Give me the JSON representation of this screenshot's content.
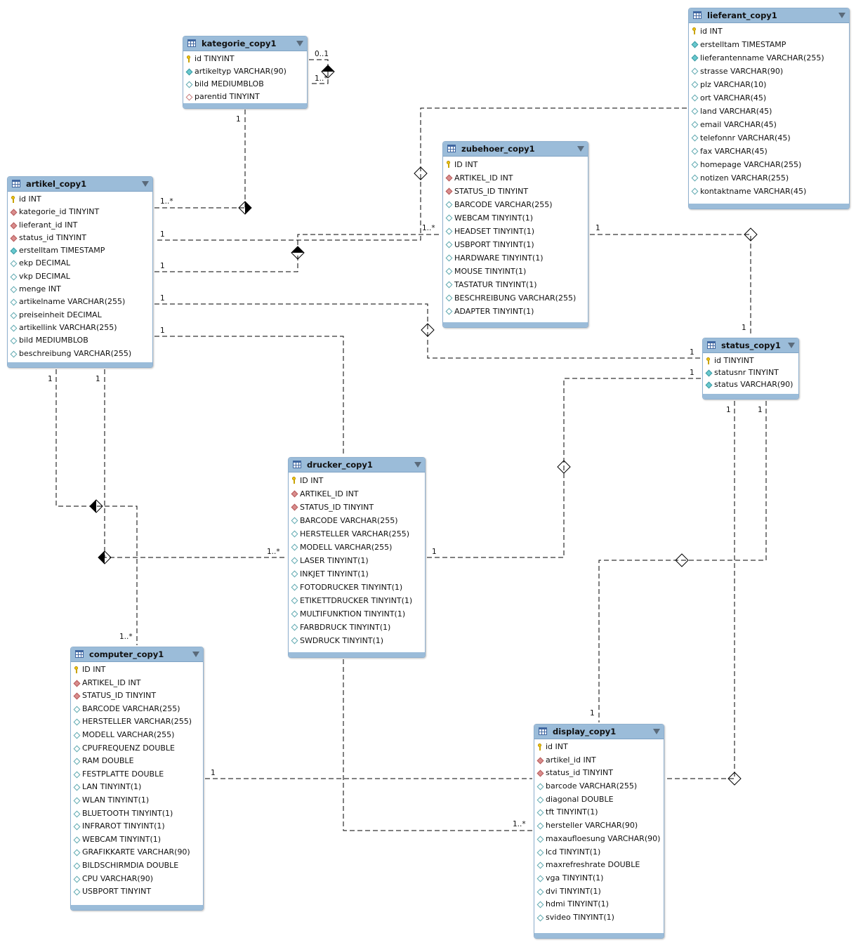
{
  "tables": {
    "kategorie": {
      "title": "kategorie_copy1",
      "columns": [
        {
          "text": "id TINYINT",
          "kind": "pk"
        },
        {
          "text": "artikeltyp VARCHAR(90)",
          "kind": "nn"
        },
        {
          "text": "bild MEDIUMBLOB",
          "kind": "col"
        },
        {
          "text": "parentid TINYINT",
          "kind": "fkopt"
        }
      ]
    },
    "lieferant": {
      "title": "lieferant_copy1",
      "columns": [
        {
          "text": "id INT",
          "kind": "pk"
        },
        {
          "text": "erstelltam TIMESTAMP",
          "kind": "nn"
        },
        {
          "text": "lieferantenname VARCHAR(255)",
          "kind": "nn"
        },
        {
          "text": "strasse VARCHAR(90)",
          "kind": "col"
        },
        {
          "text": "plz VARCHAR(10)",
          "kind": "col"
        },
        {
          "text": "ort VARCHAR(45)",
          "kind": "col"
        },
        {
          "text": "land VARCHAR(45)",
          "kind": "col"
        },
        {
          "text": "email VARCHAR(45)",
          "kind": "col"
        },
        {
          "text": "telefonnr VARCHAR(45)",
          "kind": "col"
        },
        {
          "text": "fax VARCHAR(45)",
          "kind": "col"
        },
        {
          "text": "homepage VARCHAR(255)",
          "kind": "col"
        },
        {
          "text": "notizen VARCHAR(255)",
          "kind": "col"
        },
        {
          "text": "kontaktname VARCHAR(45)",
          "kind": "col"
        }
      ]
    },
    "artikel": {
      "title": "artikel_copy1",
      "columns": [
        {
          "text": "id INT",
          "kind": "pk"
        },
        {
          "text": "kategorie_id TINYINT",
          "kind": "fk"
        },
        {
          "text": "lieferant_id INT",
          "kind": "fk"
        },
        {
          "text": "status_id TINYINT",
          "kind": "fk"
        },
        {
          "text": "erstelltam TIMESTAMP",
          "kind": "nn"
        },
        {
          "text": "ekp DECIMAL",
          "kind": "col"
        },
        {
          "text": "vkp DECIMAL",
          "kind": "col"
        },
        {
          "text": " menge INT",
          "kind": "col"
        },
        {
          "text": "artikelname VARCHAR(255)",
          "kind": "col"
        },
        {
          "text": "preiseinheit DECIMAL",
          "kind": "col"
        },
        {
          "text": "artikellink VARCHAR(255)",
          "kind": "col"
        },
        {
          "text": "bild MEDIUMBLOB",
          "kind": "col"
        },
        {
          "text": "beschreibung VARCHAR(255)",
          "kind": "col"
        }
      ]
    },
    "zubehoer": {
      "title": "zubehoer_copy1",
      "columns": [
        {
          "text": "ID INT",
          "kind": "pk"
        },
        {
          "text": "ARTIKEL_ID INT",
          "kind": "fk"
        },
        {
          "text": "STATUS_ID TINYINT",
          "kind": "fk"
        },
        {
          "text": "BARCODE VARCHAR(255)",
          "kind": "col"
        },
        {
          "text": "WEBCAM TINYINT(1)",
          "kind": "col"
        },
        {
          "text": "HEADSET TINYINT(1)",
          "kind": "col"
        },
        {
          "text": "USBPORT TINYINT(1)",
          "kind": "col"
        },
        {
          "text": "HARDWARE TINYINT(1)",
          "kind": "col"
        },
        {
          "text": "MOUSE TINYINT(1)",
          "kind": "col"
        },
        {
          "text": "TASTATUR TINYINT(1)",
          "kind": "col"
        },
        {
          "text": "BESCHREIBUNG VARCHAR(255)",
          "kind": "col"
        },
        {
          "text": "ADAPTER TINYINT(1)",
          "kind": "col"
        }
      ]
    },
    "status": {
      "title": "status_copy1",
      "columns": [
        {
          "text": "id TINYINT",
          "kind": "pk"
        },
        {
          "text": "statusnr TINYINT",
          "kind": "nn"
        },
        {
          "text": "status VARCHAR(90)",
          "kind": "nn"
        }
      ]
    },
    "drucker": {
      "title": "drucker_copy1",
      "columns": [
        {
          "text": "ID INT",
          "kind": "pk"
        },
        {
          "text": "ARTIKEL_ID INT",
          "kind": "fk"
        },
        {
          "text": "STATUS_ID TINYINT",
          "kind": "fk"
        },
        {
          "text": "BARCODE VARCHAR(255)",
          "kind": "col"
        },
        {
          "text": "HERSTELLER VARCHAR(255)",
          "kind": "col"
        },
        {
          "text": "MODELL VARCHAR(255)",
          "kind": "col"
        },
        {
          "text": "LASER TINYINT(1)",
          "kind": "col"
        },
        {
          "text": "INKJET TINYINT(1)",
          "kind": "col"
        },
        {
          "text": "FOTODRUCKER TINYINT(1)",
          "kind": "col"
        },
        {
          "text": "ETIKETTDRUCKER TINYINT(1)",
          "kind": "col"
        },
        {
          "text": "MULTIFUNKTION TINYINT(1)",
          "kind": "col"
        },
        {
          "text": "FARBDRUCK TINYINT(1)",
          "kind": "col"
        },
        {
          "text": "SWDRUCK TINYINT(1)",
          "kind": "col"
        }
      ]
    },
    "computer": {
      "title": "computer_copy1",
      "columns": [
        {
          "text": "ID INT",
          "kind": "pk"
        },
        {
          "text": "ARTIKEL_ID INT",
          "kind": "fk"
        },
        {
          "text": "STATUS_ID TINYINT",
          "kind": "fk"
        },
        {
          "text": "BARCODE VARCHAR(255)",
          "kind": "col"
        },
        {
          "text": "HERSTELLER VARCHAR(255)",
          "kind": "col"
        },
        {
          "text": "MODELL VARCHAR(255)",
          "kind": "col"
        },
        {
          "text": "CPUFREQUENZ DOUBLE",
          "kind": "col"
        },
        {
          "text": "RAM DOUBLE",
          "kind": "col"
        },
        {
          "text": "FESTPLATTE DOUBLE",
          "kind": "col"
        },
        {
          "text": "LAN TINYINT(1)",
          "kind": "col"
        },
        {
          "text": "WLAN TINYINT(1)",
          "kind": "col"
        },
        {
          "text": "BLUETOOTH TINYINT(1)",
          "kind": "col"
        },
        {
          "text": "INFRAROT TINYINT(1)",
          "kind": "col"
        },
        {
          "text": "WEBCAM TINYINT(1)",
          "kind": "col"
        },
        {
          "text": "GRAFIKKARTE VARCHAR(90)",
          "kind": "col"
        },
        {
          "text": "BILDSCHIRMDIA DOUBLE",
          "kind": "col"
        },
        {
          "text": "CPU VARCHAR(90)",
          "kind": "col"
        },
        {
          "text": "USBPORT TINYINT",
          "kind": "col"
        }
      ]
    },
    "display": {
      "title": "display_copy1",
      "columns": [
        {
          "text": "id INT",
          "kind": "pk"
        },
        {
          "text": "artikel_id INT",
          "kind": "fk"
        },
        {
          "text": "status_id TINYINT",
          "kind": "fk"
        },
        {
          "text": "barcode VARCHAR(255)",
          "kind": "col"
        },
        {
          "text": "diagonal DOUBLE",
          "kind": "col"
        },
        {
          "text": "tft TINYINT(1)",
          "kind": "col"
        },
        {
          "text": "hersteller VARCHAR(90)",
          "kind": "col"
        },
        {
          "text": "maxaufloesung VARCHAR(90)",
          "kind": "col"
        },
        {
          "text": "lcd TINYINT(1)",
          "kind": "col"
        },
        {
          "text": "maxrefreshrate DOUBLE",
          "kind": "col"
        },
        {
          "text": "vga TINYINT(1)",
          "kind": "col"
        },
        {
          "text": "dvi TINYINT(1)",
          "kind": "col"
        },
        {
          "text": "hdmi TINYINT(1)",
          "kind": "col"
        },
        {
          "text": "svideo TINYINT(1)",
          "kind": "col"
        }
      ]
    }
  },
  "cardinality_labels": [
    "0..1",
    "1..*",
    "1",
    "1..*",
    "1",
    "1",
    "1",
    "1..*",
    "1",
    "1",
    "1",
    "1",
    "1",
    "1",
    "1",
    "1..*",
    "1",
    "1",
    "1",
    "1..*",
    "1",
    "1..*"
  ],
  "colors": {
    "header": "#9bbcd9",
    "border": "#8fb0cf",
    "pk_key": "#f2c811",
    "fk_marker": "#d98d8d",
    "notnull_marker": "#69c9cf",
    "line": "#000000"
  }
}
